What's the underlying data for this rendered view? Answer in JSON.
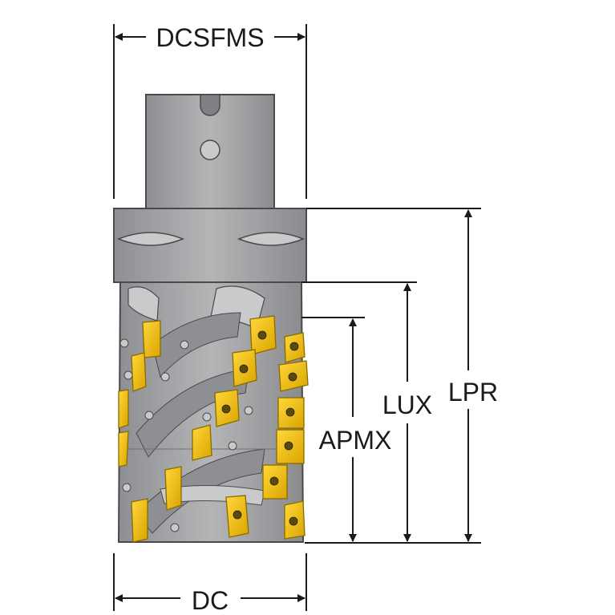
{
  "diagram": {
    "colors": {
      "body": "#a3a4a6",
      "body_dark": "#7f8083",
      "body_light": "#c9cacc",
      "outline": "#4a4a4c",
      "insert": "#f2c200",
      "insert_dark": "#b88c00",
      "dimension_line": "#1a1a1a",
      "background": "#ffffff"
    },
    "dimensions": {
      "shank_diameter": "DCSFMS",
      "cutting_diameter": "DC",
      "max_depth_of_cut": "APMX",
      "usable_length": "LUX",
      "protruding_length": "LPR"
    }
  }
}
